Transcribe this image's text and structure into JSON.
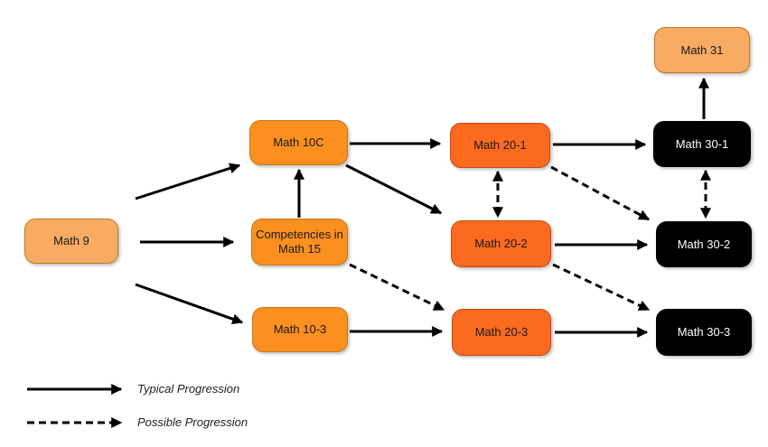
{
  "nodes": {
    "math9": "Math 9",
    "math10c": "Math 10C",
    "comp15": "Competencies in Math 15",
    "math10_3": "Math 10-3",
    "math20_1": "Math 20-1",
    "math20_2": "Math 20-2",
    "math20_3": "Math 20-3",
    "math30_1": "Math 30-1",
    "math30_2": "Math 30-2",
    "math30_3": "Math 30-3",
    "math31": "Math 31"
  },
  "legend": {
    "typical": "Typical Progression",
    "possible": "Possible Progression"
  },
  "colors": {
    "light_orange": "#f8ab62",
    "orange": "#fb8f1f",
    "deep_orange": "#fb6a1f",
    "black": "#000000"
  },
  "edges": [
    {
      "from": "Math 9",
      "to": "Math 10C",
      "style": "typical"
    },
    {
      "from": "Math 9",
      "to": "Competencies in Math 15",
      "style": "typical"
    },
    {
      "from": "Math 9",
      "to": "Math 10-3",
      "style": "typical"
    },
    {
      "from": "Competencies in Math 15",
      "to": "Math 10C",
      "style": "typical"
    },
    {
      "from": "Math 10C",
      "to": "Math 20-1",
      "style": "typical"
    },
    {
      "from": "Math 10C",
      "to": "Math 20-2",
      "style": "typical"
    },
    {
      "from": "Competencies in Math 15",
      "to": "Math 20-3",
      "style": "possible"
    },
    {
      "from": "Math 10-3",
      "to": "Math 20-3",
      "style": "typical"
    },
    {
      "from": "Math 20-1",
      "to": "Math 20-2",
      "style": "possible-bidirectional"
    },
    {
      "from": "Math 20-1",
      "to": "Math 30-1",
      "style": "typical"
    },
    {
      "from": "Math 20-1",
      "to": "Math 30-2",
      "style": "possible"
    },
    {
      "from": "Math 20-2",
      "to": "Math 30-2",
      "style": "typical"
    },
    {
      "from": "Math 20-2",
      "to": "Math 30-3",
      "style": "possible"
    },
    {
      "from": "Math 20-3",
      "to": "Math 30-3",
      "style": "typical"
    },
    {
      "from": "Math 30-1",
      "to": "Math 30-2",
      "style": "possible-bidirectional"
    },
    {
      "from": "Math 30-1",
      "to": "Math 31",
      "style": "typical"
    }
  ]
}
